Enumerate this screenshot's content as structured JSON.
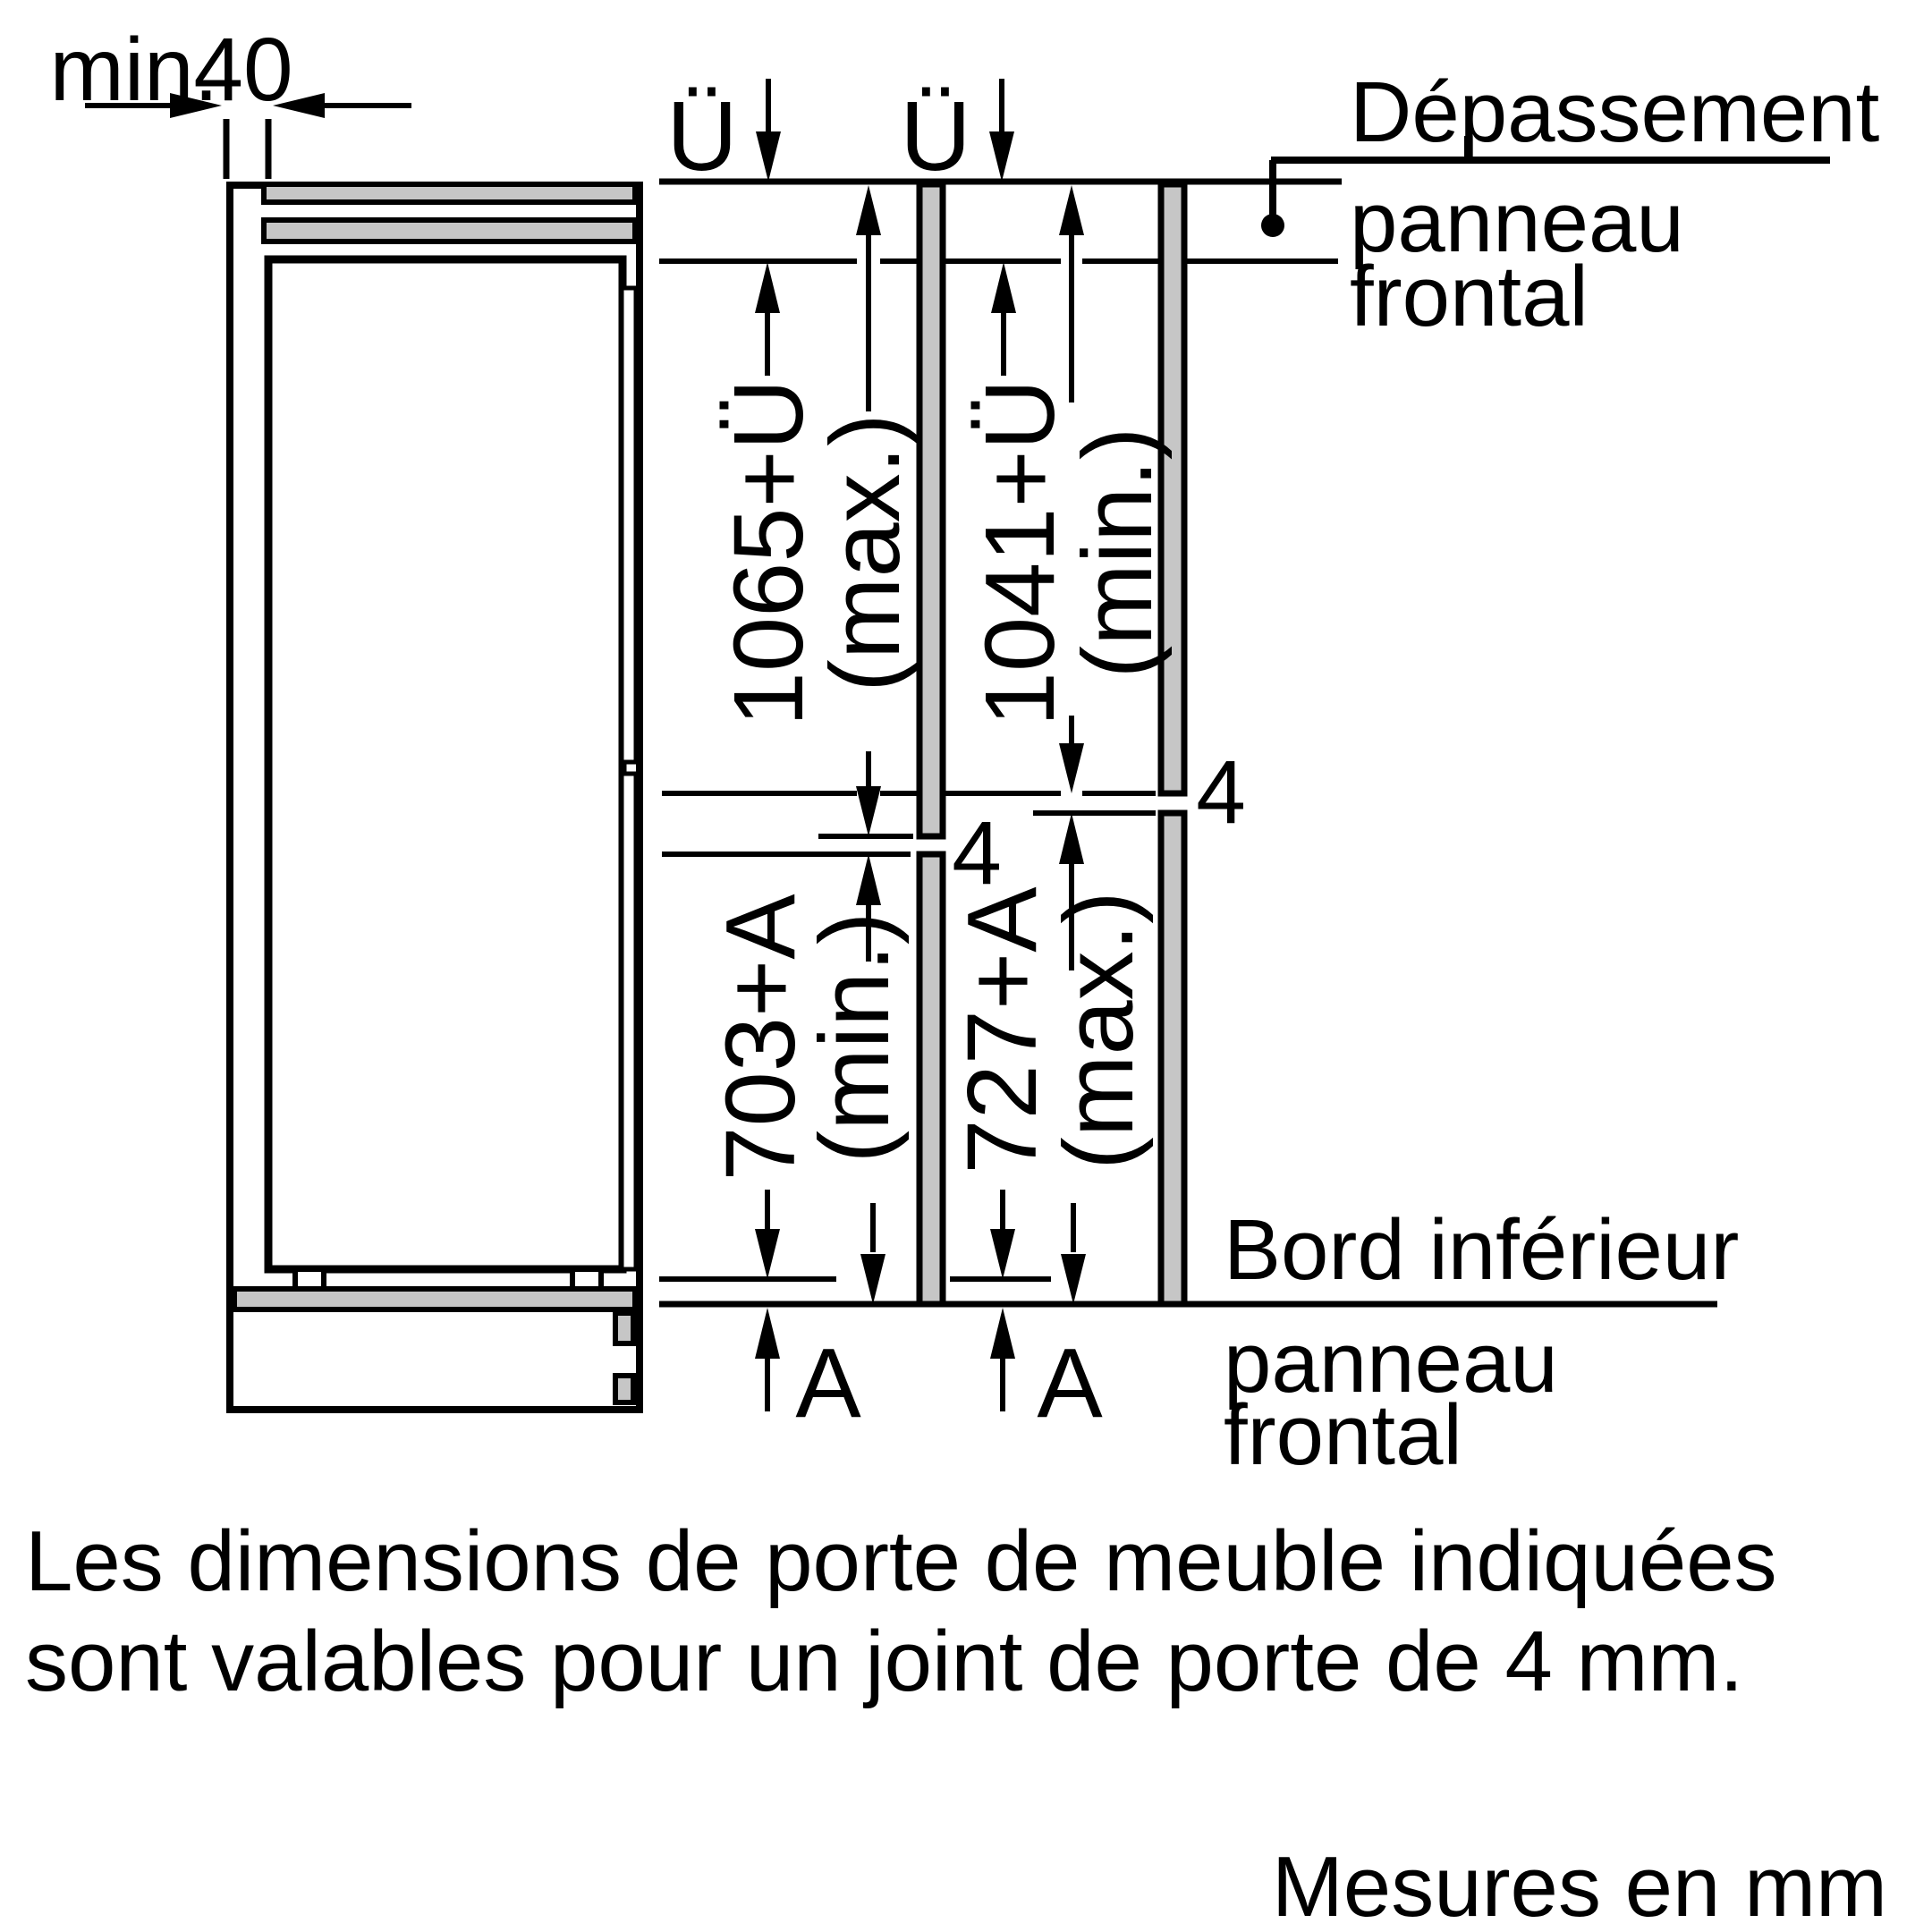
{
  "min_dimension": {
    "prefix": "min.",
    "value": "40"
  },
  "symbols": {
    "overhang_top": "Ü",
    "overhang_bottom": "A",
    "door_joint": "4"
  },
  "dimensions": {
    "left_upper": {
      "value": "1065+Ü",
      "qualifier": "(max.)"
    },
    "left_lower": {
      "value": "703+A",
      "qualifier": "(min.)"
    },
    "right_upper": {
      "value": "1041+Ü",
      "qualifier": "(min.)"
    },
    "right_lower": {
      "value": "727+A",
      "qualifier": "(max.)"
    }
  },
  "callout_top": {
    "line1": "Dépassement",
    "line2": "panneau",
    "line3": "frontal"
  },
  "callout_bottom": {
    "line1": "Bord inférieur",
    "line2": "panneau",
    "line3": "frontal"
  },
  "note": {
    "line1": "Les dimensions de porte de meuble indiquées",
    "line2": "sont valables pour un joint de porte de 4 mm."
  },
  "units_label": "Mesures en mm",
  "colors": {
    "ink": "#000000",
    "panel_gray": "#c6c6c6",
    "background": "#ffffff"
  }
}
